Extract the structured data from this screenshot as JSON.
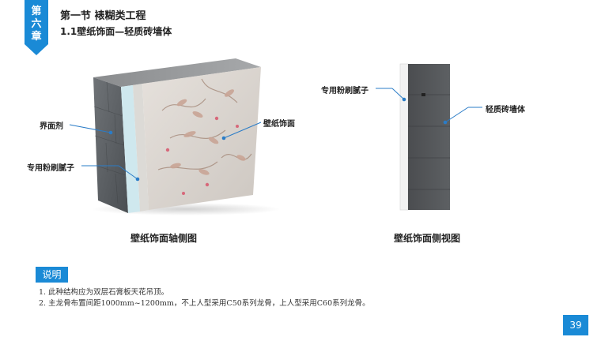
{
  "chapter": {
    "line1": "第",
    "line2": "六",
    "line3": "章"
  },
  "header": {
    "section": "第一节  裱糊类工程",
    "subsection": "1.1壁纸饰面—轻质砖墙体"
  },
  "axonometric": {
    "label_primer": "界面剂",
    "label_putty": "专用粉刷腻子",
    "label_wallpaper": "壁纸饰面",
    "caption": "壁纸饰面轴侧图"
  },
  "sideview": {
    "label_putty": "专用粉刷腻子",
    "label_brick": "轻质砖墙体",
    "caption": "壁纸饰面侧视图"
  },
  "notes": {
    "heading": "说明",
    "items": [
      "1. 此种结构应为双层石膏板天花吊顶。",
      "2. 主龙骨布置间距1000mm~1200mm，不上人型采用C50系列龙骨，上人型采用C60系列龙骨。"
    ]
  },
  "page_number": "39",
  "colors": {
    "accent": "#1a8ad6",
    "leader": "#2a7cc7"
  }
}
